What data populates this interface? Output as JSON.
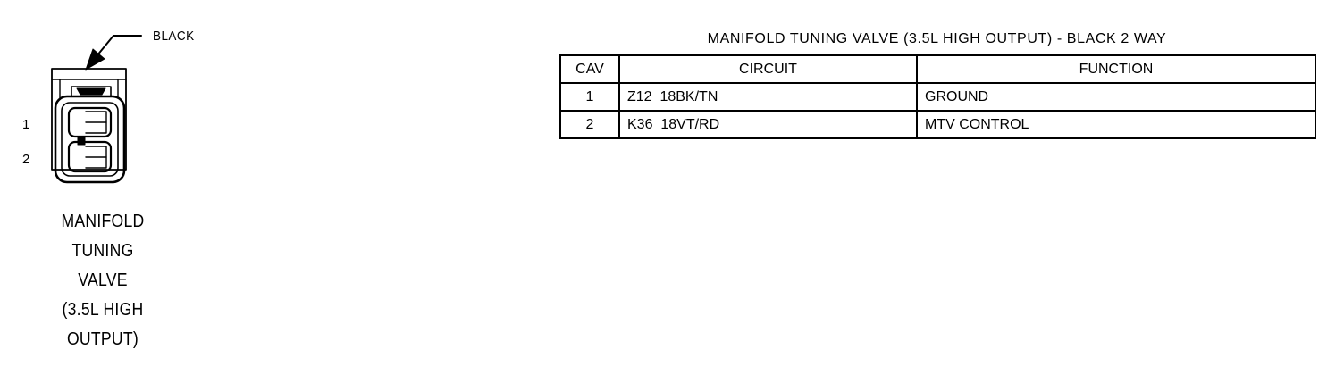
{
  "connector": {
    "callout_label": "BLACK",
    "cavity_labels": [
      "1",
      "2"
    ],
    "caption_lines": [
      "MANIFOLD",
      "TUNING",
      "VALVE",
      "(3.5L HIGH",
      "OUTPUT)"
    ]
  },
  "table": {
    "title": "MANIFOLD TUNING VALVE (3.5L HIGH OUTPUT) - BLACK 2 WAY",
    "headers": {
      "cav": "CAV",
      "circuit": "CIRCUIT",
      "function": "FUNCTION"
    },
    "rows": [
      {
        "cav": "1",
        "circuit": "Z12  18BK/TN",
        "function": "GROUND"
      },
      {
        "cav": "2",
        "circuit": "K36  18VT/RD",
        "function": "MTV CONTROL"
      }
    ]
  }
}
